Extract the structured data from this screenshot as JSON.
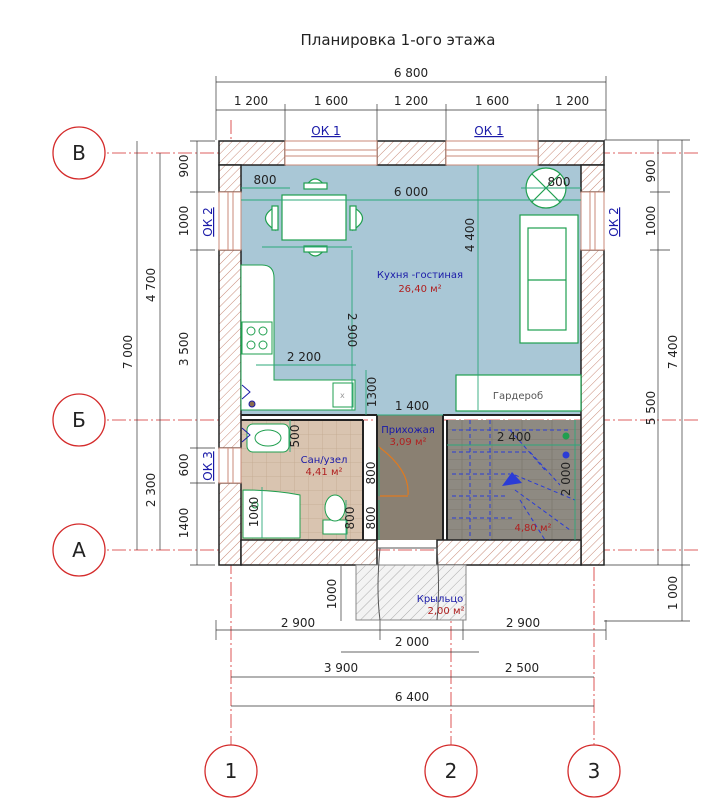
{
  "title": "Планировка 1-ого этажа",
  "dims_top": {
    "total": "6 800",
    "segments": [
      "1 200",
      "1 600",
      "1 200",
      "1 600",
      "1 200"
    ]
  },
  "dims_bottom": {
    "row1": [
      "2 900",
      "2 000",
      "2 900"
    ],
    "row2": [
      "3 900",
      "2 500"
    ],
    "total": "6 400"
  },
  "dims_left": {
    "outer": "7 000",
    "mid_top": "4 700",
    "mid_bottom": "2 300",
    "inner": [
      "900",
      "1000",
      "3 500",
      "600",
      "1400"
    ]
  },
  "dims_right": {
    "outer": "7 400",
    "inner_top": [
      "900",
      "1000"
    ],
    "lower": "5 500",
    "porch": "1 000"
  },
  "porch_left_dim": "1000",
  "interior_dims": {
    "d800_top": "800",
    "d6000": "6 000",
    "d800_right": "800",
    "d4400": "4 400",
    "d2900": "2 900",
    "d2200": "2 200",
    "d1300": "1300",
    "d1400": "1 400",
    "d2400": "2 400",
    "d2000": "2 000",
    "d500": "500",
    "d800_hall1": "800",
    "d800_hall2": "800",
    "d1000_bath": "1000"
  },
  "windows": {
    "ok1_left": "ОК 1",
    "ok1_right": "ОК 1",
    "ok2_left": "ОК 2",
    "ok2_right": "ОК 2",
    "ok3": "ОК 3"
  },
  "rooms": {
    "kitchen": {
      "name": "Кухня -гостиная",
      "area": "26,40 м²"
    },
    "wardrobe": {
      "name": "Гардероб"
    },
    "hallway": {
      "name": "Прихожая",
      "area": "3,09 м²"
    },
    "bathroom": {
      "name": "Сан/узел",
      "area": "4,41 м²"
    },
    "stairs": {
      "area": "4,80 м²"
    },
    "porch": {
      "name": "Крыльцо",
      "area": "2,00 м²"
    }
  },
  "axes": {
    "rows": [
      "В",
      "Б",
      "А"
    ],
    "cols": [
      "1",
      "2",
      "3"
    ]
  },
  "colors": {
    "kitchen_fill": "#a9c7d6",
    "hall_fill": "#8a8072",
    "bath_fill": "#d9c4b0",
    "stairs_fill": "#8e8a82",
    "axis_red": "#d42b2b",
    "dim_green": "#2ca87a",
    "furniture_green": "#1f9f4f",
    "wall_hatch": "#c88a78"
  }
}
